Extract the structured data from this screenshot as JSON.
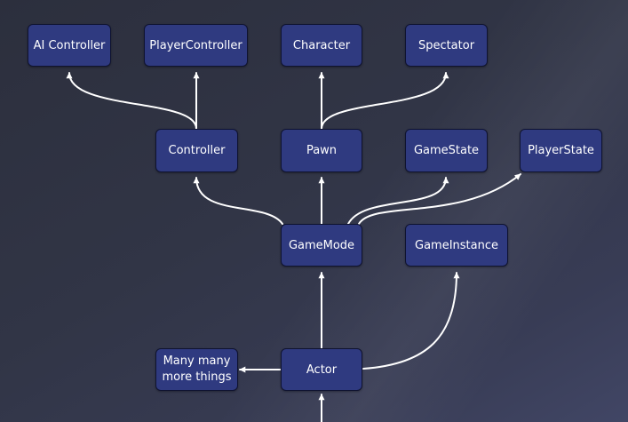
{
  "diagram": {
    "nodes": {
      "ai_controller": "AI Controller",
      "player_controller": "PlayerController",
      "character": "Character",
      "spectator": "Spectator",
      "controller": "Controller",
      "pawn": "Pawn",
      "game_state": "GameState",
      "player_state": "PlayerState",
      "game_mode": "GameMode",
      "game_instance": "GameInstance",
      "many_things": "Many many\nmore things",
      "actor": "Actor"
    },
    "edges": [
      {
        "from": "controller",
        "to": "ai_controller"
      },
      {
        "from": "controller",
        "to": "player_controller"
      },
      {
        "from": "pawn",
        "to": "character"
      },
      {
        "from": "pawn",
        "to": "spectator"
      },
      {
        "from": "game_mode",
        "to": "controller"
      },
      {
        "from": "game_mode",
        "to": "pawn"
      },
      {
        "from": "game_mode",
        "to": "game_state"
      },
      {
        "from": "game_mode",
        "to": "player_state"
      },
      {
        "from": "actor",
        "to": "game_mode"
      },
      {
        "from": "actor",
        "to": "game_instance"
      },
      {
        "from": "actor",
        "to": "many_things"
      }
    ],
    "colors": {
      "node_fill": "#2f3a80",
      "node_border": "#0f1330",
      "edge": "#ffffff",
      "background": "#313546"
    }
  }
}
